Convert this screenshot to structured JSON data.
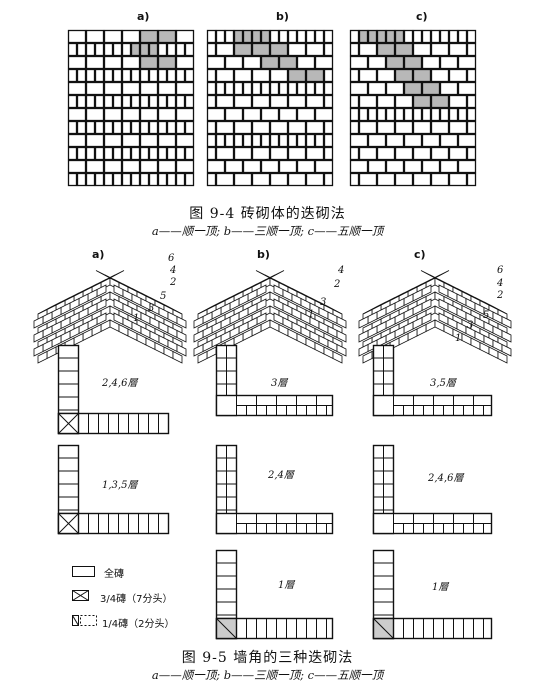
{
  "figure_94": {
    "panel_labels": [
      "a)",
      "b)",
      "c)"
    ],
    "caption": "图 9-4   砖砌体的迭砌法",
    "subcaption": "a——顺一顶;  b——三顺一顶;  c——五顺一顶"
  },
  "figure_95": {
    "panel_labels": [
      "a)",
      "b)",
      "c)"
    ],
    "iso_numbers": {
      "a": [
        "6",
        "4",
        "2",
        "5",
        "3",
        "1"
      ],
      "b": [
        "4",
        "2",
        "3",
        "1"
      ],
      "c": [
        "6",
        "4",
        "2",
        "5",
        "3",
        "1"
      ]
    },
    "plan_labels": {
      "a_top": "2,4,6層",
      "a_mid": "1,3,5層",
      "b_top": "3層",
      "b_mid": "2,4層",
      "b_bot": "1層",
      "c_top": "3,5層",
      "c_mid": "2,4,6層",
      "c_bot": "1層"
    },
    "legend": {
      "full": "全磚",
      "three_quarter": "3/4磚（7分头）",
      "quarter": "1/4磚（2分头）"
    },
    "caption": "图 9-5   墙角的三种迭砌法",
    "subcaption": "a——顺一顶;  b——三顺一顶;  c——五顺一顶"
  }
}
